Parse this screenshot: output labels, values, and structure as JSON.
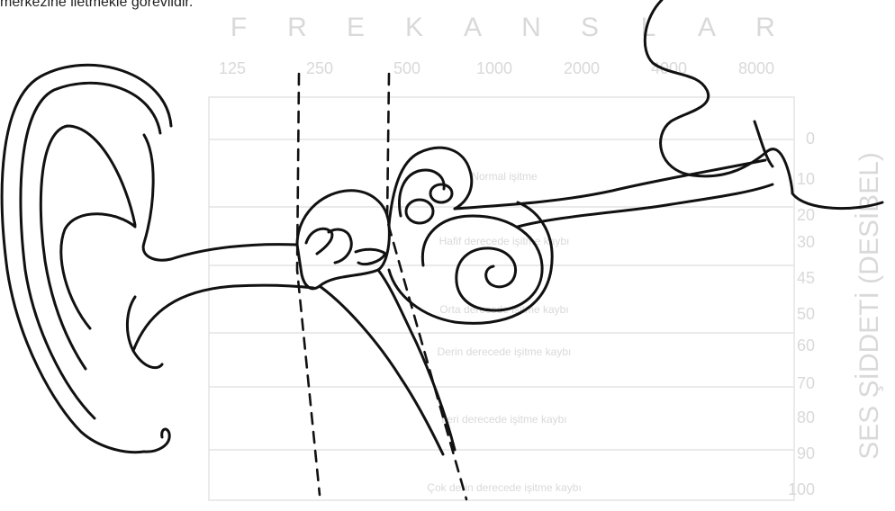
{
  "caption": "merkezine iletmekle görevlidir.",
  "background_chart": {
    "header_letters": [
      "F",
      "R",
      "E",
      "K",
      "A",
      "N",
      "S",
      "L",
      "A",
      "R"
    ],
    "frequencies": [
      "125",
      "250",
      "500",
      "1000",
      "2000",
      "4000",
      "8000"
    ],
    "levels": [
      "0",
      "10",
      "20",
      "30",
      "45",
      "50",
      "60",
      "70",
      "80",
      "90",
      "100"
    ],
    "side_label": "SES ŞİDDETİ (DESİBEL)",
    "band_labels": [
      "Normal işitme",
      "Hafif derecede işitme kaybı",
      "Orta derecede işitme kaybı",
      "Derin derecede işitme kaybı",
      "İleri derecede işitme kaybı",
      "Çok derin derecede işitme kaybı"
    ]
  },
  "colors": {
    "ink": "#111111",
    "ghost": "#d9d9d9"
  }
}
